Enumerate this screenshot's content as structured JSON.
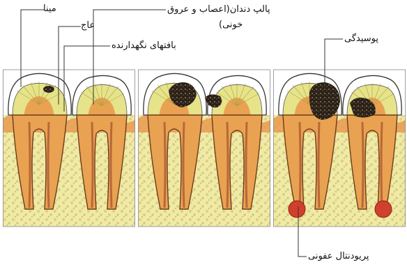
{
  "labels": {
    "enamel": "مینا",
    "dentin": "عاج",
    "pulp_line1": "پالپ دندان(اعصاب و عروق",
    "pulp_line2": "خونی)",
    "supporting_tissue": "بافتهای نگهدارنده",
    "decay": "پوسیدگی",
    "abscess": "پریودنتال عفونی"
  },
  "colors": {
    "gum": "#efe9a3",
    "enamel_yellow": "#e6e38a",
    "dentin_orange": "#e9a251",
    "root_brown": "#b8683a",
    "decay": "#2b2118",
    "abscess_red": "#d0402c",
    "line": "#333333"
  }
}
